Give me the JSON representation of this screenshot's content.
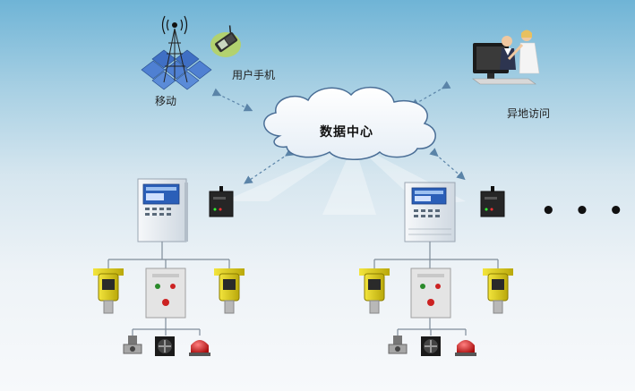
{
  "labels": {
    "mobile": "移动",
    "user_phone": "用户手机",
    "remote_access": "异地访问",
    "data_center": "数据中心",
    "more": "• • •"
  },
  "colors": {
    "line": "#8a9aa8",
    "arrow": "#6a8fb0",
    "panel": "#e9eef3",
    "screen": "#2b5fb8",
    "detector_yellow": "#e8d61a",
    "alarm_red": "#d22020"
  }
}
